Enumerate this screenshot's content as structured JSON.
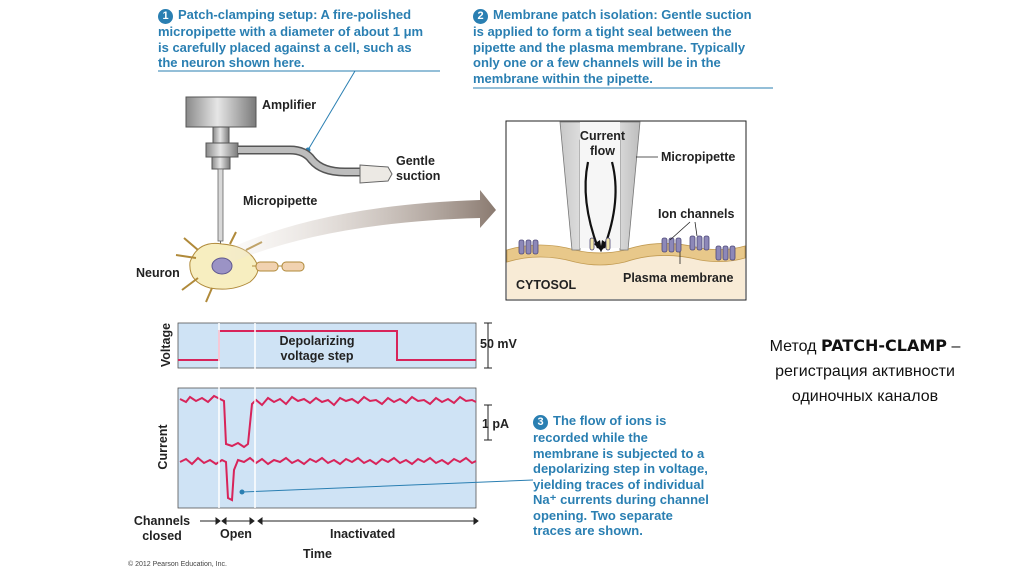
{
  "step1": {
    "num": "1",
    "lines": [
      "Patch-clamping setup: A fire-polished",
      "micropipette with a diameter of about 1 μm",
      "is carefully placed against a cell, such as",
      "the neuron shown here."
    ]
  },
  "step2": {
    "num": "2",
    "lines": [
      "Membrane patch isolation: Gentle suction",
      "is applied to form a tight seal between the",
      "pipette and the plasma membrane. Typically",
      "only one or a few channels will be in the",
      "membrane within the pipette."
    ]
  },
  "step3": {
    "num": "3",
    "lines": [
      "The flow of ions is",
      "recorded while the",
      "membrane is subjected to a",
      "depolarizing step in voltage,",
      "yielding traces of individual",
      "Na⁺ currents during channel",
      "opening. Two separate",
      "traces are shown."
    ]
  },
  "labels": {
    "amplifier": "Amplifier",
    "gentle_suction": [
      "Gentle",
      "suction"
    ],
    "micropipette_left": "Micropipette",
    "neuron": "Neuron",
    "current_flow": [
      "Current",
      "flow"
    ],
    "micropipette_right": "Micropipette",
    "ion_channels": "Ion channels",
    "cytosol": "CYTOSOL",
    "plasma_membrane": "Plasma membrane"
  },
  "graph": {
    "voltage_axis": "Voltage",
    "current_axis": "Current",
    "voltage_step": [
      "Depolarizing",
      "voltage step"
    ],
    "voltage_scale": "50 mV",
    "current_scale": "1 pA",
    "phase_closed": [
      "Channels",
      "closed"
    ],
    "phase_open": "Open",
    "phase_inactivated": "Inactivated",
    "time_axis": "Time"
  },
  "russian": {
    "prefix": "Метод ",
    "bold": "PATCH-CLAMP",
    "suffix": " –",
    "line2": "регистрация активности",
    "line3": "одиночных каналов"
  },
  "copyright": "© 2012 Pearson Education, Inc.",
  "colors": {
    "step_text": "#2a7fb2",
    "graph_bg": "#cfe3f5",
    "trace": "#d8245a",
    "membrane": "#e8c88a",
    "cytosol": "#f8ebd6",
    "channel": "#8d88b8"
  }
}
